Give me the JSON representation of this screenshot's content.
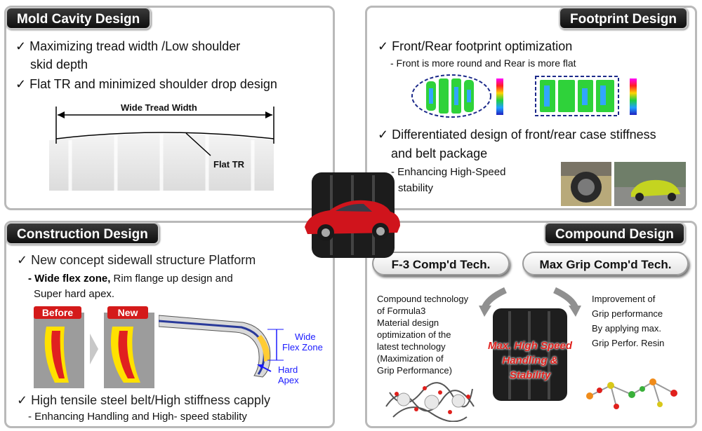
{
  "mold": {
    "title": "Mold Cavity Design",
    "point1_line1": "Maximizing tread width /Low shoulder",
    "point1_line2": "skid depth",
    "point2": "Flat TR and minimized shoulder drop design",
    "wide_label": "Wide Tread Width",
    "flat_label": "Flat TR"
  },
  "footprint": {
    "title": "Footprint Design",
    "point1": "Front/Rear footprint optimization",
    "sub1": "-  Front is more round and  Rear is more flat",
    "point2_line1": "Differentiated design of front/rear case stiffness",
    "point2_line2": "and belt package",
    "sub2_line1": "- Enhancing High-Speed",
    "sub2_line2": "stability"
  },
  "construction": {
    "title": "Construction Design",
    "point1": "New concept sidewall structure Platform",
    "sub1_bold": "- Wide flex zone,",
    "sub1_rest": " Rim flange up design and",
    "sub1_line2": "Super hard apex.",
    "before_label": "Before",
    "new_label": "New",
    "wide_flex_1": "Wide",
    "wide_flex_2": "Flex Zone",
    "hard_apex_1": "Hard",
    "hard_apex_2": "Apex",
    "point2": "High tensile steel belt/High stiffness capply",
    "sub2": "- Enhancing Handling and High- speed stability"
  },
  "compound": {
    "title": "Compound Design",
    "tech1": "F-3 Comp'd Tech.",
    "tech2": "Max Grip Comp'd Tech.",
    "left_lines": [
      "Compound technology",
      "of Formula3",
      "Material design",
      "optimization of  the",
      "latest technology",
      "(Maximization of",
      "Grip Performance)"
    ],
    "right_lines": [
      "Improvement of",
      "Grip performance",
      "By applying max.",
      "Grip Perfor. Resin"
    ],
    "center_lines": [
      "Max. High Speed",
      "Handling &",
      "Stability"
    ]
  },
  "icons": {
    "check": "check-mark-icon"
  },
  "colors": {
    "tag_bg": "#1a1a1a",
    "border": "#b9b9b9",
    "accent_red": "#e0201c",
    "blue_label": "#1a1aff"
  }
}
